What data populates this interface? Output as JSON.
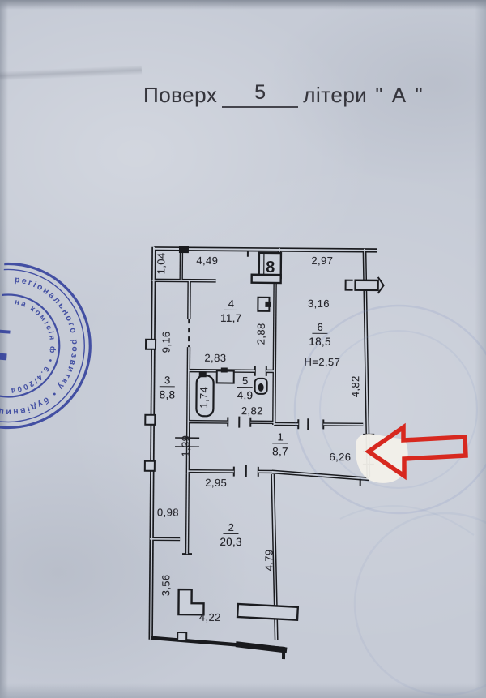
{
  "header": {
    "floor_label": "Поверх",
    "floor_value": "5",
    "letters_label": "літери",
    "letters_value": "\" А \""
  },
  "plan": {
    "shaft_label": "8",
    "ceiling_height": "H=2,57",
    "rooms": [
      {
        "number": "1",
        "area": "8,7"
      },
      {
        "number": "2",
        "area": "20,3"
      },
      {
        "number": "3",
        "area": "8,8"
      },
      {
        "number": "4",
        "area": "11,7"
      },
      {
        "number": "5",
        "area": "4,9"
      },
      {
        "number": "6",
        "area": "18,5"
      }
    ],
    "dims": {
      "v_top_left": "1,04",
      "top_left": "4,49",
      "top_right": "2,97",
      "v_left": "9,16",
      "room4_width": "2,83",
      "v_room4_right": "2,88",
      "room6_width": "3,16",
      "v_room6_right": "4,82",
      "v_bathtub": "1,74",
      "room5_width": "2,82",
      "v_hall_left": "1,39",
      "hall_width": "6,26",
      "room2_top_width": "2,95",
      "channel_width": "0,98",
      "v_room2_right": "4,79",
      "v_room2_left": "3,56",
      "room2_bottom_width": "4,22"
    }
  },
  "stamp": {
    "outer_text": "регіонального розвитку • будівництва",
    "inner_text": "на комісія ф • 6.4/2004"
  },
  "colors": {
    "arrow_red": "#d7281f",
    "stamp_blue": "#2c3a9a",
    "paper": "#c6cbd6",
    "ink": "#1b1c20"
  }
}
